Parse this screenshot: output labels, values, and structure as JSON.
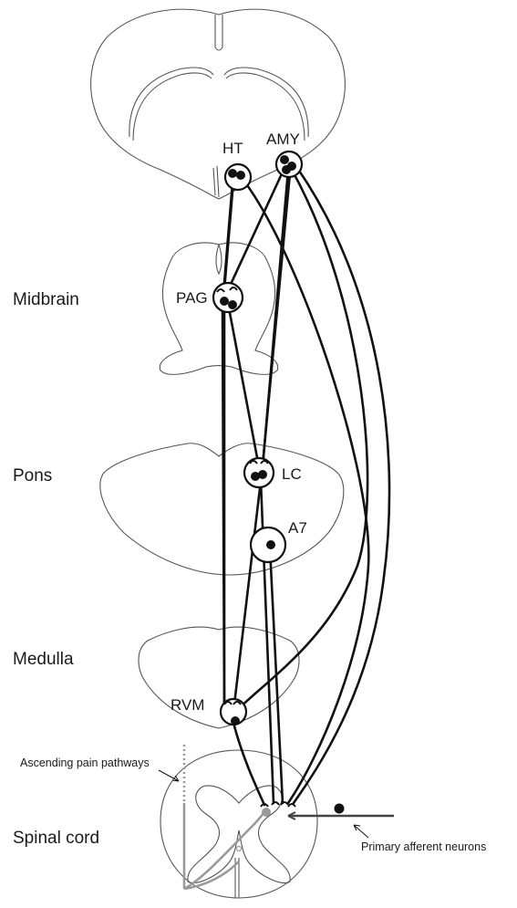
{
  "regions": {
    "midbrain": "Midbrain",
    "pons": "Pons",
    "medulla": "Medulla",
    "spinal_cord": "Spinal cord"
  },
  "nuclei": {
    "ht": "HT",
    "amy": "AMY",
    "pag": "PAG",
    "lc": "LC",
    "a7": "A7",
    "rvm": "RVM"
  },
  "annotations": {
    "ascending": "Ascending pain pathways",
    "afferent": "Primary afferent neurons"
  },
  "colors": {
    "pathway": "#111111",
    "outline": "#555555",
    "ascending": "#9a9a9a"
  }
}
